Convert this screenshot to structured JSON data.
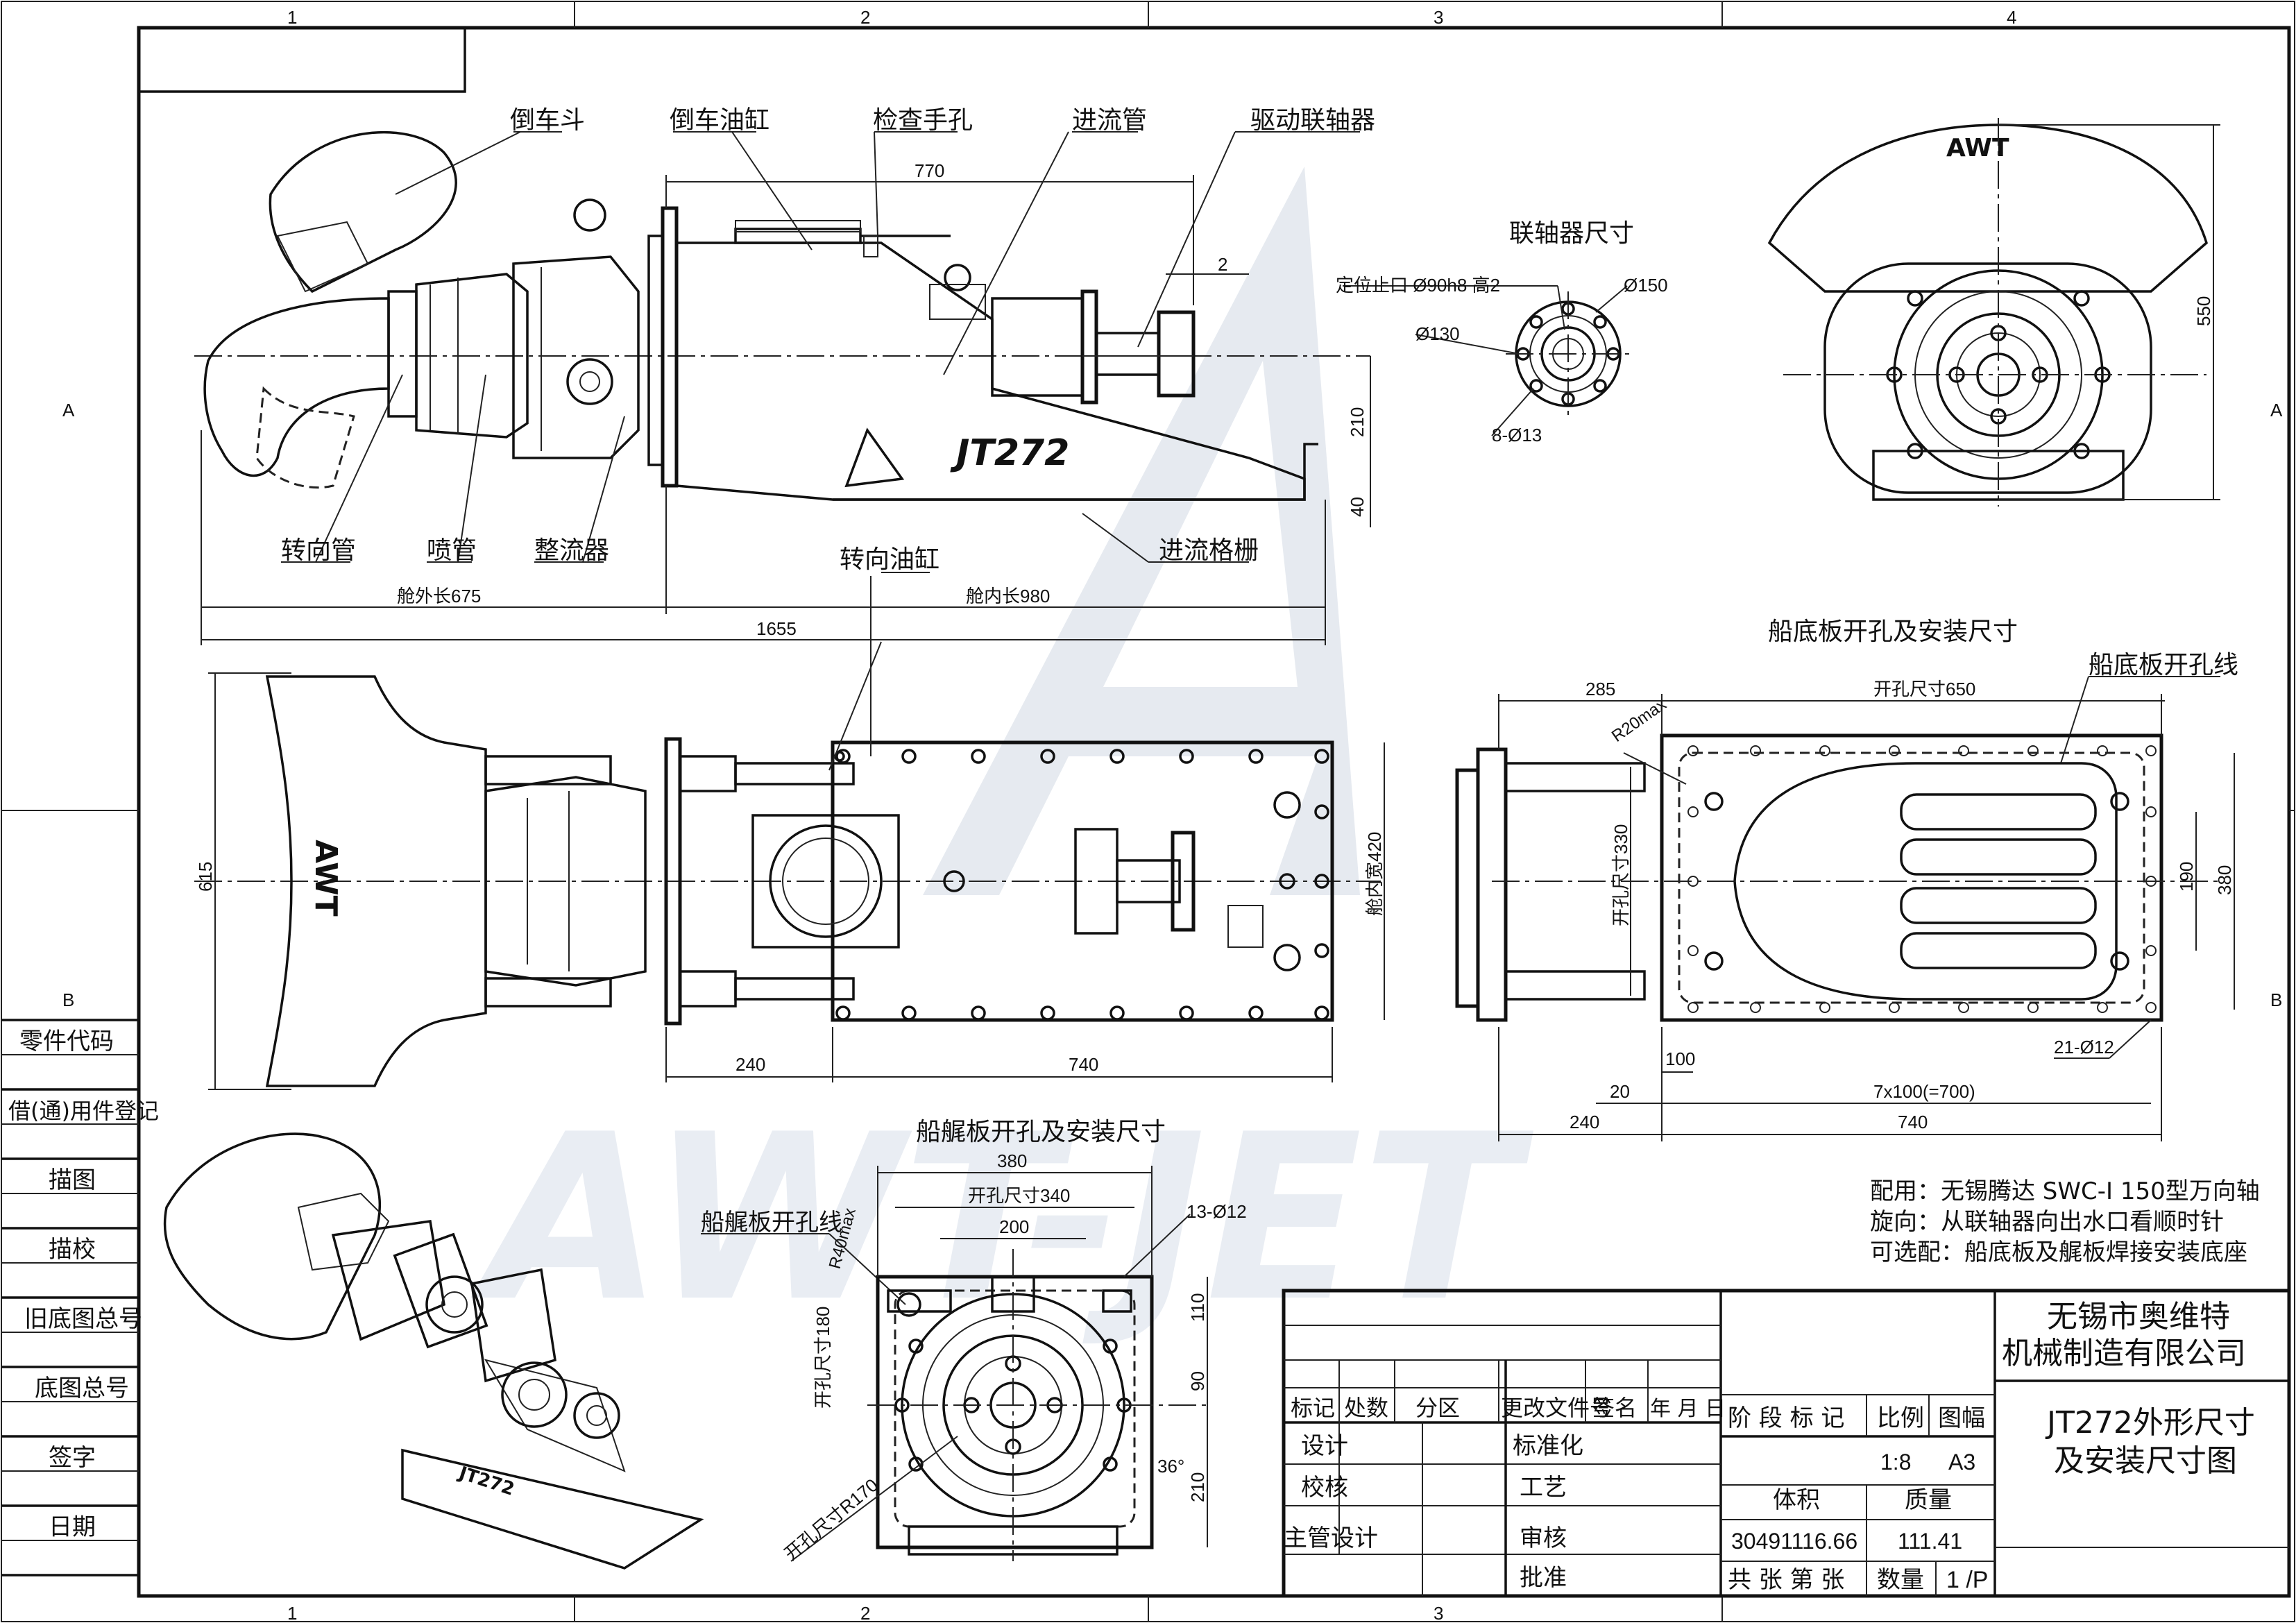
{
  "frame": {
    "zones_top": [
      "1",
      "2",
      "3",
      "4"
    ],
    "zones_side": [
      "A",
      "B"
    ]
  },
  "watermark": {
    "text": "AWT-JET",
    "logo": "A"
  },
  "side_panel": [
    "零件代码",
    "借(通)用件登记",
    "描图",
    "描校",
    "旧底图总号",
    "底图总号",
    "签字",
    "日期"
  ],
  "labels": {
    "daochedou": "倒车斗",
    "daocheyougang": "倒车油缸",
    "jianchashoukong": "检查手孔",
    "jinliuguan": "进流管",
    "qudong": "驱动联轴器",
    "zhuanxiangguan": "转向管",
    "penguan": "喷管",
    "zhengliuqi": "整流器",
    "jinliugeshan": "进流格栅",
    "zhuanxiangyougang": "转向油缸",
    "lianzhouqi_title": "联轴器尺寸",
    "chuandi_title": "船底板开孔及安装尺寸",
    "chuandi_line": "船底板开孔线",
    "chuanwei_title": "船艉板开孔及安装尺寸",
    "chuanwei_line": "船艉板开孔线",
    "model_mark": "JT272",
    "awt_mark": "AWT"
  },
  "dims": {
    "d770": "770",
    "d2": "2",
    "d210a": "210",
    "d40": "40",
    "out675": "舱外长675",
    "in980": "舱内长980",
    "d1655": "1655",
    "d615": "615",
    "inw420": "舱内宽420",
    "d240a": "240",
    "d740a": "740",
    "pos90": "定位止口 Ø90h8 高2",
    "d150": "Ø150",
    "d130": "Ø130",
    "d8x13": "8-Ø13",
    "d550": "550",
    "d285": "285",
    "hole650": "开孔尺寸650",
    "r20": "R20max",
    "hole330": "开孔尺寸330",
    "d190": "190",
    "d380b": "380",
    "d100": "100",
    "d20": "20",
    "d21x12": "21-Ø12",
    "d7x100": "7x100(=700)",
    "d240b": "240",
    "d740b": "740",
    "d380": "380",
    "hole340": "开孔尺寸340",
    "d200": "200",
    "d13x12": "13-Ø12",
    "r40": "R40max",
    "hole180": "开孔尺寸180",
    "d110": "110",
    "d90": "90",
    "d210b": "210",
    "d36": "36°",
    "r170": "开孔尺寸R170"
  },
  "notes": [
    "配用：无锡腾达 SWC-I 150型万向轴",
    "旋向：从联轴器向出水口看顺时针",
    "可选配：船底板及艉板焊接安装底座"
  ],
  "title_block": {
    "company": [
      "无锡市奥维特",
      "机械制造有限公司"
    ],
    "drawing_title": [
      "JT272外形尺寸",
      "及安装尺寸图"
    ],
    "rev_headers": [
      "标记",
      "处数",
      "分区",
      "更改文件号",
      "签名",
      "年 月 日"
    ],
    "roles_left": [
      "设计",
      "校核",
      "主管设计"
    ],
    "roles_mid": [
      "标准化",
      "工艺",
      "审核",
      "批准"
    ],
    "stage_label": "阶 段 标 记",
    "scale_label": "比例",
    "sheet_label": "图幅",
    "scale": "1:8",
    "sheet": "A3",
    "volume_label": "体积",
    "mass_label": "质量",
    "volume": "30491116.66",
    "mass": "111.41",
    "count_label": "共  张 第  张",
    "qty_label": "数量",
    "page": "1 /P"
  }
}
